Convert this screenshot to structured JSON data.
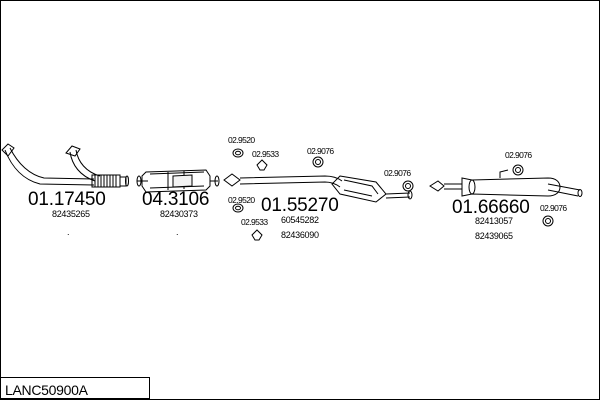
{
  "document": {
    "code": "LANC50900A"
  },
  "parts": [
    {
      "part_no": "01.17450",
      "oe_numbers": [
        "82435265"
      ],
      "footnote": "."
    },
    {
      "part_no": "04.3106",
      "oe_numbers": [
        "82430373"
      ],
      "footnote": "."
    },
    {
      "part_no": "01.55270",
      "oe_numbers": [
        "60545282",
        "82436090"
      ]
    },
    {
      "part_no": "01.66660",
      "oe_numbers": [
        "82413057",
        "82439065"
      ]
    }
  ],
  "fittings": {
    "clamp_a1": "02.9520",
    "clamp_a2": "02.9520",
    "mount_b1": "02.9533",
    "mount_b2": "02.9533",
    "ring_c1": "02.9076",
    "ring_c2": "02.9076",
    "ring_c3": "02.9076",
    "ring_c4": "02.9076"
  },
  "colors": {
    "line": "#000000",
    "background": "#ffffff"
  }
}
